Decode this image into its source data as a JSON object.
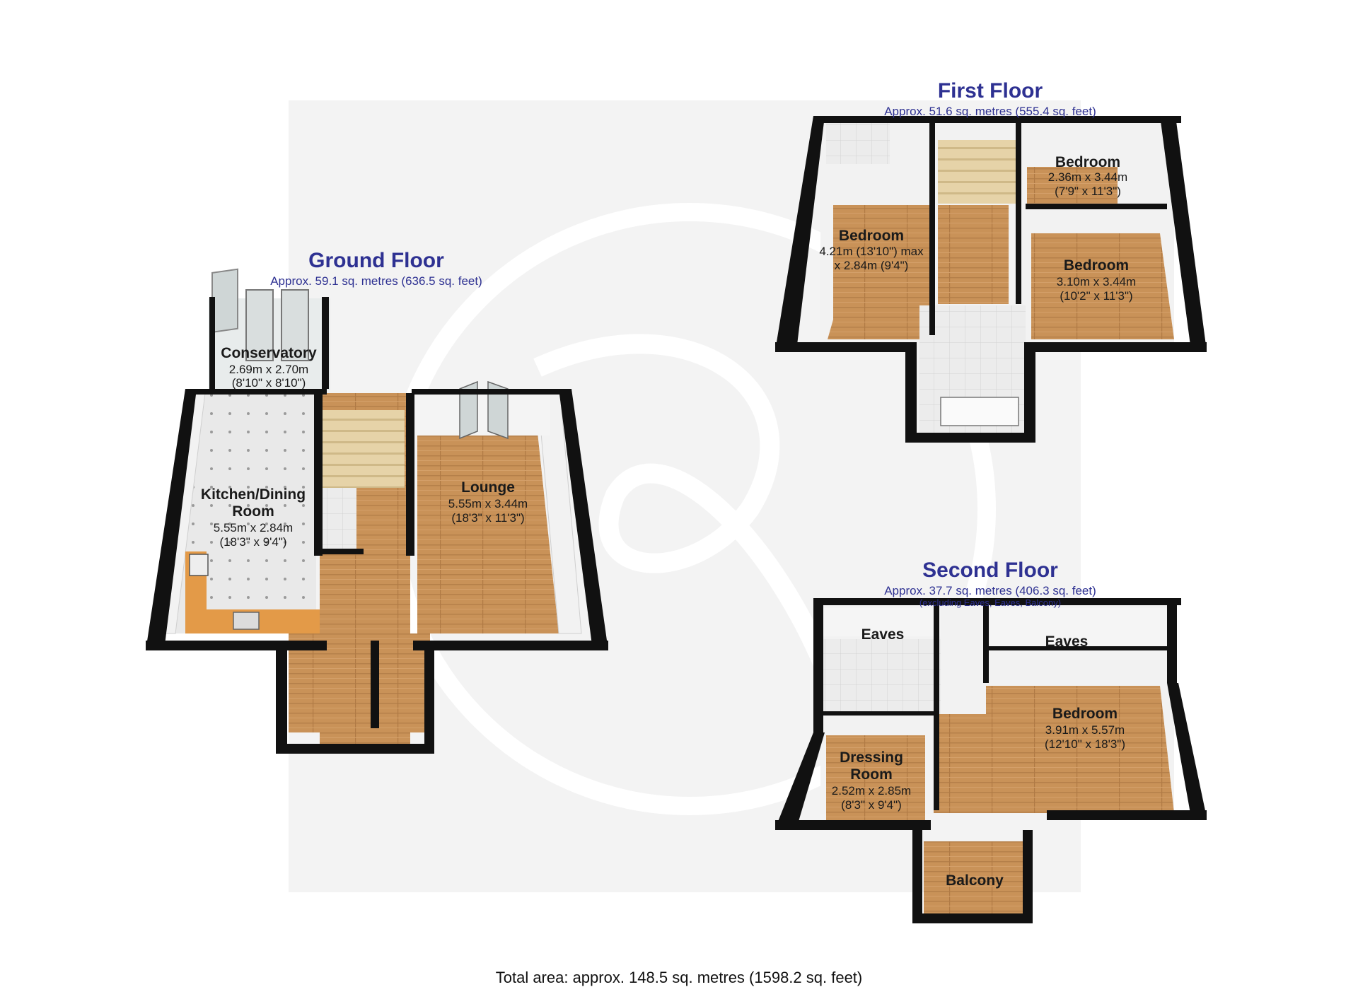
{
  "floors": {
    "ground": {
      "title": "Ground Floor",
      "area": "Approx. 59.1 sq. metres (636.5 sq. feet)",
      "rooms": {
        "conservatory": {
          "name": "Conservatory",
          "dim1": "2.69m x 2.70m",
          "dim2": "(8'10\" x 8'10\")"
        },
        "kitchen": {
          "name1": "Kitchen/Dining",
          "name2": "Room",
          "dim1": "5.55m x 2.84m",
          "dim2": "(18'3\" x 9'4\")"
        },
        "lounge": {
          "name": "Lounge",
          "dim1": "5.55m x 3.44m",
          "dim2": "(18'3\" x 11'3\")"
        }
      }
    },
    "first": {
      "title": "First Floor",
      "area": "Approx. 51.6 sq. metres (555.4 sq. feet)",
      "rooms": {
        "bedroom_small": {
          "name": "Bedroom",
          "dim1": "2.36m x 3.44m",
          "dim2": "(7'9\" x 11'3\")"
        },
        "bedroom_left": {
          "name": "Bedroom",
          "dim1": "4.21m (13'10\") max",
          "dim2": "x 2.84m (9'4\")"
        },
        "bedroom_right": {
          "name": "Bedroom",
          "dim1": "3.10m x 3.44m",
          "dim2": "(10'2\" x 11'3\")"
        }
      }
    },
    "second": {
      "title": "Second Floor",
      "area": "Approx. 37.7 sq. metres (406.3 sq. feet)",
      "note": "(excluding Eaves, Eaves, Balcony)",
      "rooms": {
        "eaves_left": {
          "name": "Eaves"
        },
        "eaves_right": {
          "name": "Eaves"
        },
        "bedroom": {
          "name": "Bedroom",
          "dim1": "3.91m x 5.57m",
          "dim2": "(12'10\" x 18'3\")"
        },
        "dressing": {
          "name1": "Dressing",
          "name2": "Room",
          "dim1": "2.52m x 2.85m",
          "dim2": "(8'3\" x 9'4\")"
        },
        "balcony": {
          "name": "Balcony"
        }
      }
    }
  },
  "total_area": "Total area: approx. 148.5 sq. metres (1598.2 sq. feet)",
  "colors": {
    "title": "#2e3192",
    "wall": "#111111",
    "wood_floor": "#c9935a",
    "tile_floor": "#e8e8e8",
    "worktop": "#e39a48",
    "watermark": "#f0f0f0"
  }
}
